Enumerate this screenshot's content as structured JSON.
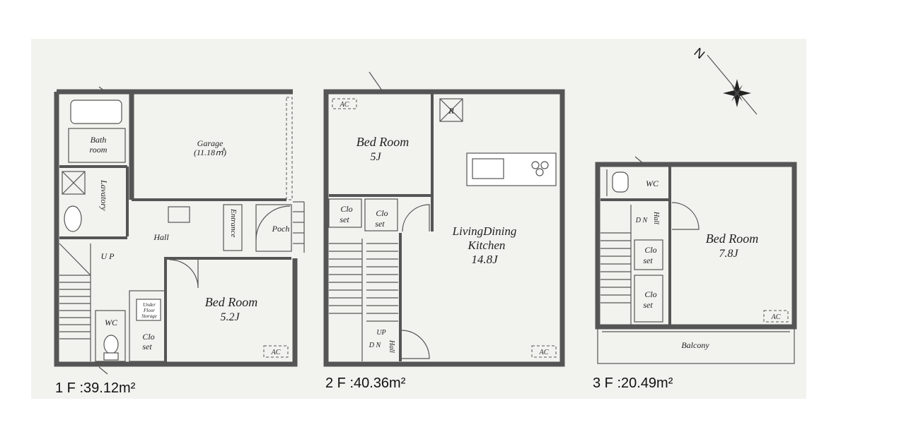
{
  "floor1": {
    "caption": "1 F :39.12m²",
    "bath": [
      "Bath",
      "room"
    ],
    "garage": [
      "Garage",
      "(11.18㎡)"
    ],
    "lavatory": "Lavatory",
    "entrance": "Entrance",
    "porch": "Poch",
    "hall": "Hall",
    "up": "U P",
    "bedroom": [
      "Bed Room",
      "5.2J"
    ],
    "wc": "WC",
    "underfloor": [
      "Under",
      "Floor",
      "Storage"
    ],
    "closet": [
      "Clo",
      "set"
    ],
    "ac": "AC"
  },
  "floor2": {
    "caption": "2 F :40.36m²",
    "ac_top": "AC",
    "refrigerator": "R",
    "bedroom": [
      "Bed Room",
      "5J"
    ],
    "closet_a": [
      "Clo",
      "set"
    ],
    "closet_b": [
      "Clo",
      "set"
    ],
    "ldk": [
      "LivingDining",
      "Kitchen",
      "14.8J"
    ],
    "up": "UP",
    "dn": "D N",
    "hall": "Hall",
    "ac_bottom": "AC"
  },
  "floor3": {
    "caption": "3 F :20.49m²",
    "wc": "WC",
    "dn": "D N",
    "hall": "Hall",
    "bedroom": [
      "Bed Room",
      "7.8J"
    ],
    "closet_a": [
      "Clo",
      "set"
    ],
    "closet_b": [
      "Clo",
      "set"
    ],
    "ac": "AC",
    "balcony": "Balcony"
  },
  "compass": {
    "label": "N"
  }
}
